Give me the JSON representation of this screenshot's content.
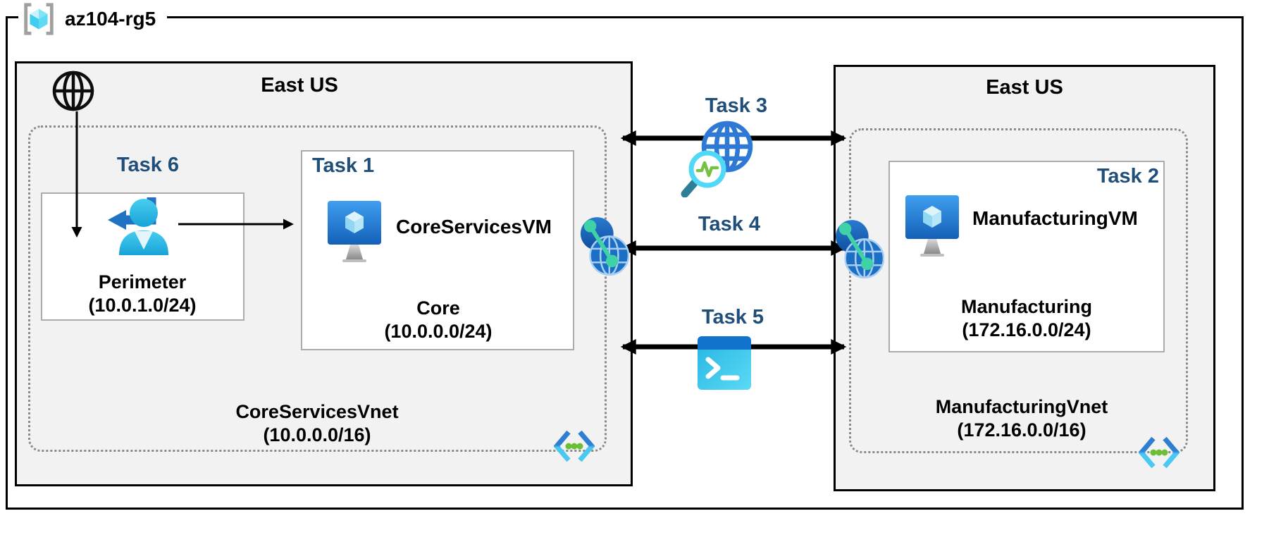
{
  "resource_group": {
    "label": "az104-rg5"
  },
  "left_region": {
    "title": "East US",
    "task6_label": "Task 6",
    "perimeter_subnet": {
      "name": "Perimeter",
      "cidr": "(10.0.1.0/24)"
    },
    "task1_label": "Task 1",
    "vm_name": "CoreServicesVM",
    "core_subnet": {
      "name": "Core",
      "cidr": "(10.0.0.0/24)"
    },
    "vnet": {
      "name": "CoreServicesVnet",
      "cidr": "(10.0.0.0/16)"
    }
  },
  "right_region": {
    "title": "East US",
    "task2_label": "Task 2",
    "vm_name": "ManufacturingVM",
    "manufacturing_subnet": {
      "name": "Manufacturing",
      "cidr": "(172.16.0.0/24)"
    },
    "vnet": {
      "name": "ManufacturingVnet",
      "cidr": "(172.16.0.0/16)"
    }
  },
  "connections": {
    "task3_label": "Task 3",
    "task4_label": "Task 4",
    "task5_label": "Task 5"
  },
  "icons": {
    "resource_group": "resource-group-icon",
    "internet": "internet-globe-icon",
    "guest_user": "guest-user-icon",
    "virtual_machine": "virtual-machine-icon",
    "vnet_peering": "vnet-peering-icon",
    "network_watcher": "network-watcher-icon",
    "cloud_shell": "cloud-shell-icon",
    "virtual_network": "virtual-network-icon"
  },
  "colors": {
    "task_label": "#1f4e79",
    "region_background": "#f2f2f2",
    "region_border": "#000000",
    "inner_box_border": "#ababab",
    "dotted_border": "#8a8a8a",
    "azure_blue": "#1b6fc4",
    "cyan": "#49c8f2",
    "green": "#6cbf34",
    "teal": "#3ed2a6"
  }
}
